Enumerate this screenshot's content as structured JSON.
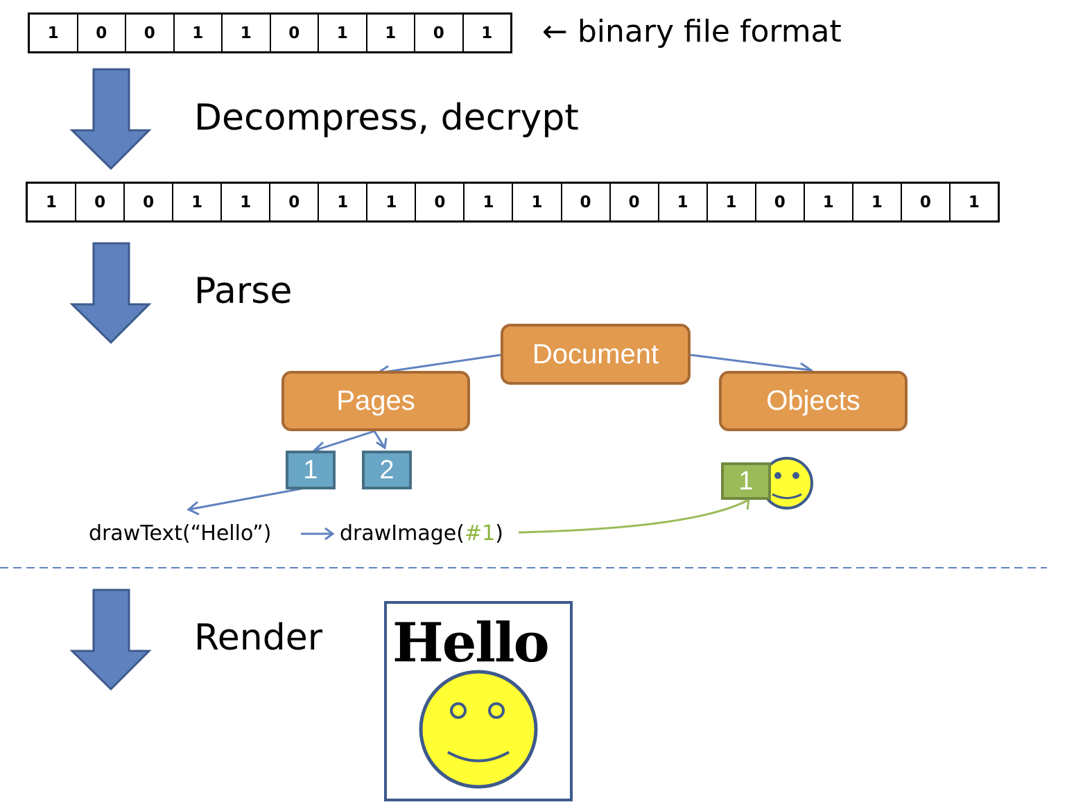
{
  "source_bits": [
    "1",
    "0",
    "0",
    "1",
    "1",
    "0",
    "1",
    "1",
    "0",
    "1"
  ],
  "source_note": "← binary file format",
  "steps": {
    "decompress": "Decompress, decrypt",
    "parse": "Parse",
    "render": "Render"
  },
  "decoded_bits": [
    "1",
    "0",
    "0",
    "1",
    "1",
    "0",
    "1",
    "1",
    "0",
    "1",
    "1",
    "0",
    "0",
    "1",
    "1",
    "0",
    "1",
    "1",
    "0",
    "1"
  ],
  "tree": {
    "document": "Document",
    "pages": "Pages",
    "objects": "Objects",
    "page_numbers": [
      "1",
      "2"
    ],
    "object_number": "1"
  },
  "calls": {
    "draw_text": "drawText(“Hello”)",
    "draw_image_prefix": "drawImage(",
    "draw_image_ref": "#1",
    "draw_image_suffix": ")"
  },
  "rendered": {
    "text": "Hello"
  },
  "colors": {
    "arrow_fill": "#5f82bf",
    "arrow_stroke": "#3e5a8c",
    "node_fill": "#e29a4f",
    "page_fill": "#69a5c4",
    "object_fill": "#9bbb59",
    "smiley_fill": "#ffff33",
    "smiley_stroke": "#3e5a8c",
    "link_blue": "#5f82bf",
    "link_green": "#9bbb59"
  }
}
